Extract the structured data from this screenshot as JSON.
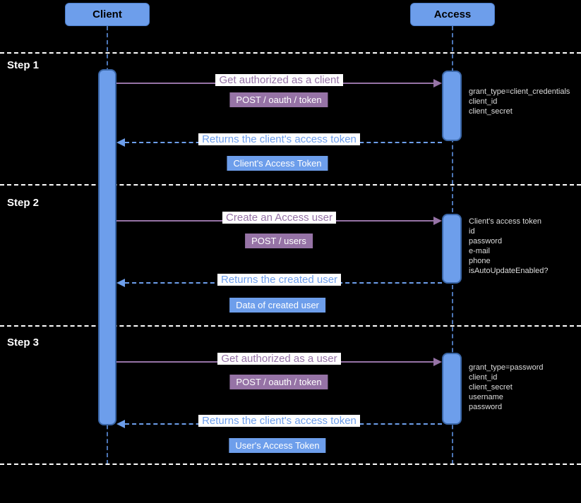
{
  "actors": {
    "left": "Client",
    "right": "Access"
  },
  "steps": [
    {
      "label": "Step 1",
      "request_text": "Get authorized as a client",
      "request_method": "POST / oauth / token",
      "params": [
        "grant_type=client_credentials",
        "client_id",
        "client_secret"
      ],
      "response_text": "Returns the client's access token",
      "response_label": "Client's Access Token"
    },
    {
      "label": "Step 2",
      "request_text": "Create an Access user",
      "request_method": "POST / users",
      "params": [
        "Client's access token",
        "id",
        "password",
        "e-mail",
        "phone",
        "isAutoUpdateEnabled?"
      ],
      "response_text": "Returns the created user",
      "response_label": "Data of created user"
    },
    {
      "label": "Step 3",
      "request_text": "Get authorized as a user",
      "request_method": "POST / oauth / token",
      "params": [
        "grant_type=password",
        "client_id",
        "client_secret",
        "username",
        "password"
      ],
      "response_text": "Returns the client's access token",
      "response_label": "User's Access Token"
    }
  ],
  "colors": {
    "background": "#000000",
    "actor_fill": "#6D9EEB",
    "actor_border": "#3A66A7",
    "request_accent": "#9673A6",
    "response_accent": "#6D9EEB",
    "separator": "#FFFFFF",
    "param_text": "#DDDDDD"
  }
}
